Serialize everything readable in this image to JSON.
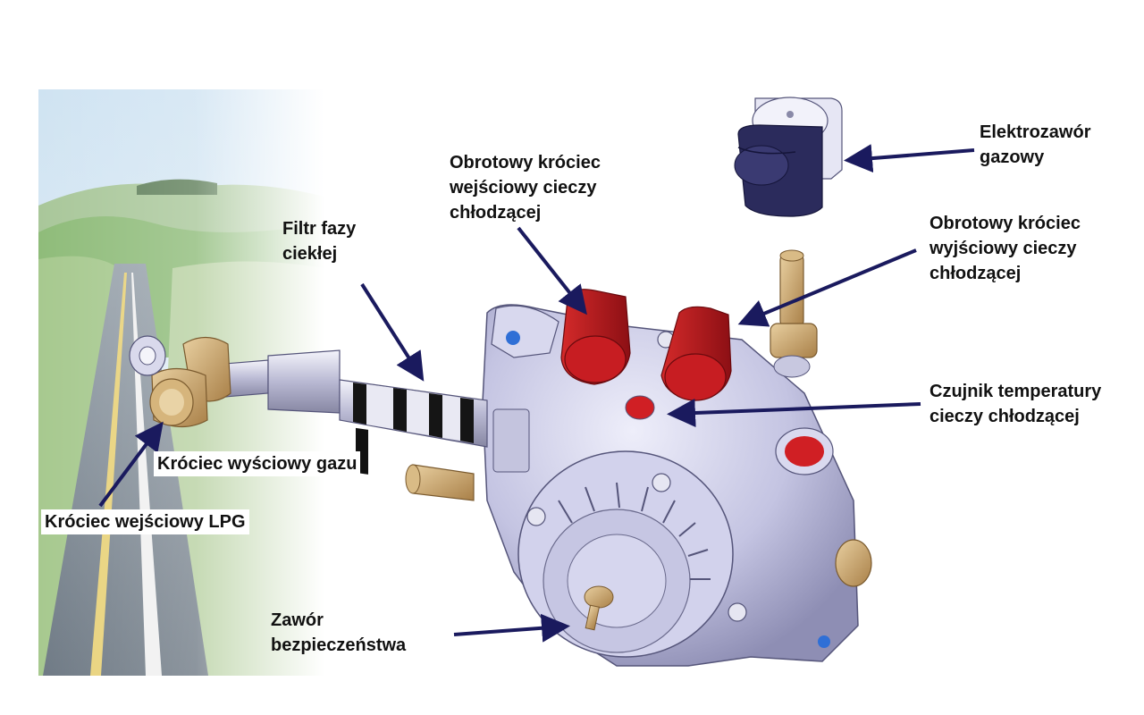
{
  "labels": {
    "elektrozawor": [
      "Elektrozawór",
      "gazowy"
    ],
    "obrotowy_wejsciowy": [
      "Obrotowy króciec",
      "wejściowy cieczy",
      "chłodzącej"
    ],
    "filtr": [
      "Filtr fazy",
      "ciekłej"
    ],
    "obrotowy_wyjsciowy": [
      "Obrotowy króciec",
      "wyjściowy cieczy",
      "chłodzącej"
    ],
    "czujnik": [
      "Czujnik temperatury",
      "cieczy chłodzącej"
    ],
    "krociec_wysciowy": "Króciec wyściowy gazu",
    "krociec_wejsciowy": "Króciec wejściowy LPG",
    "zawor": [
      "Zawór",
      "bezpieczeństwa"
    ]
  },
  "colors": {
    "arrow": "#1a1a5e",
    "body_metal": "#c9c9e6",
    "red_fitting": "#b3121b",
    "brass": "#c9a66b",
    "solenoid": "#2b2b5c"
  }
}
